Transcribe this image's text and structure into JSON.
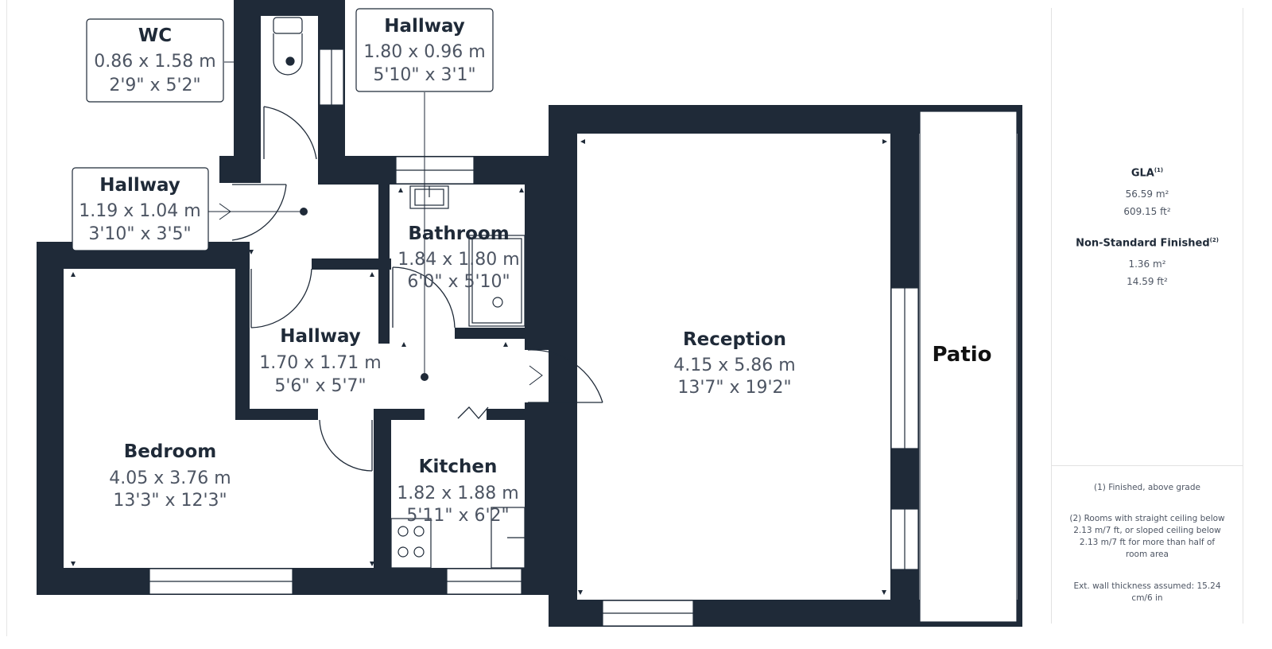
{
  "rooms": {
    "wc": {
      "name": "WC",
      "metric": "0.86 x 1.58 m",
      "imperial": "2'9\" x 5'2\""
    },
    "hallway_top": {
      "name": "Hallway",
      "metric": "1.80 x 0.96 m",
      "imperial": "5'10\" x 3'1\""
    },
    "hallway_entry": {
      "name": "Hallway",
      "metric": "1.19 x 1.04 m",
      "imperial": "3'10\" x 3'5\""
    },
    "bathroom": {
      "name": "Bathroom",
      "metric": "1.84 x 1.80 m",
      "imperial": "6'0\" x 5'10\""
    },
    "hallway_mid": {
      "name": "Hallway",
      "metric": "1.70 x 1.71 m",
      "imperial": "5'6\" x 5'7\""
    },
    "reception": {
      "name": "Reception",
      "metric": "4.15 x 5.86 m",
      "imperial": "13'7\" x 19'2\""
    },
    "bedroom": {
      "name": "Bedroom",
      "metric": "4.05 x 3.76 m",
      "imperial": "13'3\" x 12'3\""
    },
    "kitchen": {
      "name": "Kitchen",
      "metric": "1.82 x 1.88 m",
      "imperial": "5'11\" x 6'2\""
    },
    "patio": {
      "name": "Patio"
    }
  },
  "summary": {
    "gla_label": "GLA",
    "gla_sup": "(1)",
    "gla_m2": "56.59 m²",
    "gla_ft2": "609.15 ft²",
    "nsf_label": "Non-Standard Finished",
    "nsf_sup": "(2)",
    "nsf_m2": "1.36 m²",
    "nsf_ft2": "14.59 ft²"
  },
  "notes": {
    "note1": "(1) Finished, above grade",
    "note2": "(2) Rooms with straight ceiling below 2.13 m/7 ft, or sloped ceiling below 2.13 m/7 ft for more than half of room area",
    "note3": "Ext. wall thickness assumed: 15.24 cm/6 in"
  },
  "colors": {
    "wall": "#1f2a38",
    "background": "#ffffff",
    "text_secondary": "#4d5563"
  }
}
